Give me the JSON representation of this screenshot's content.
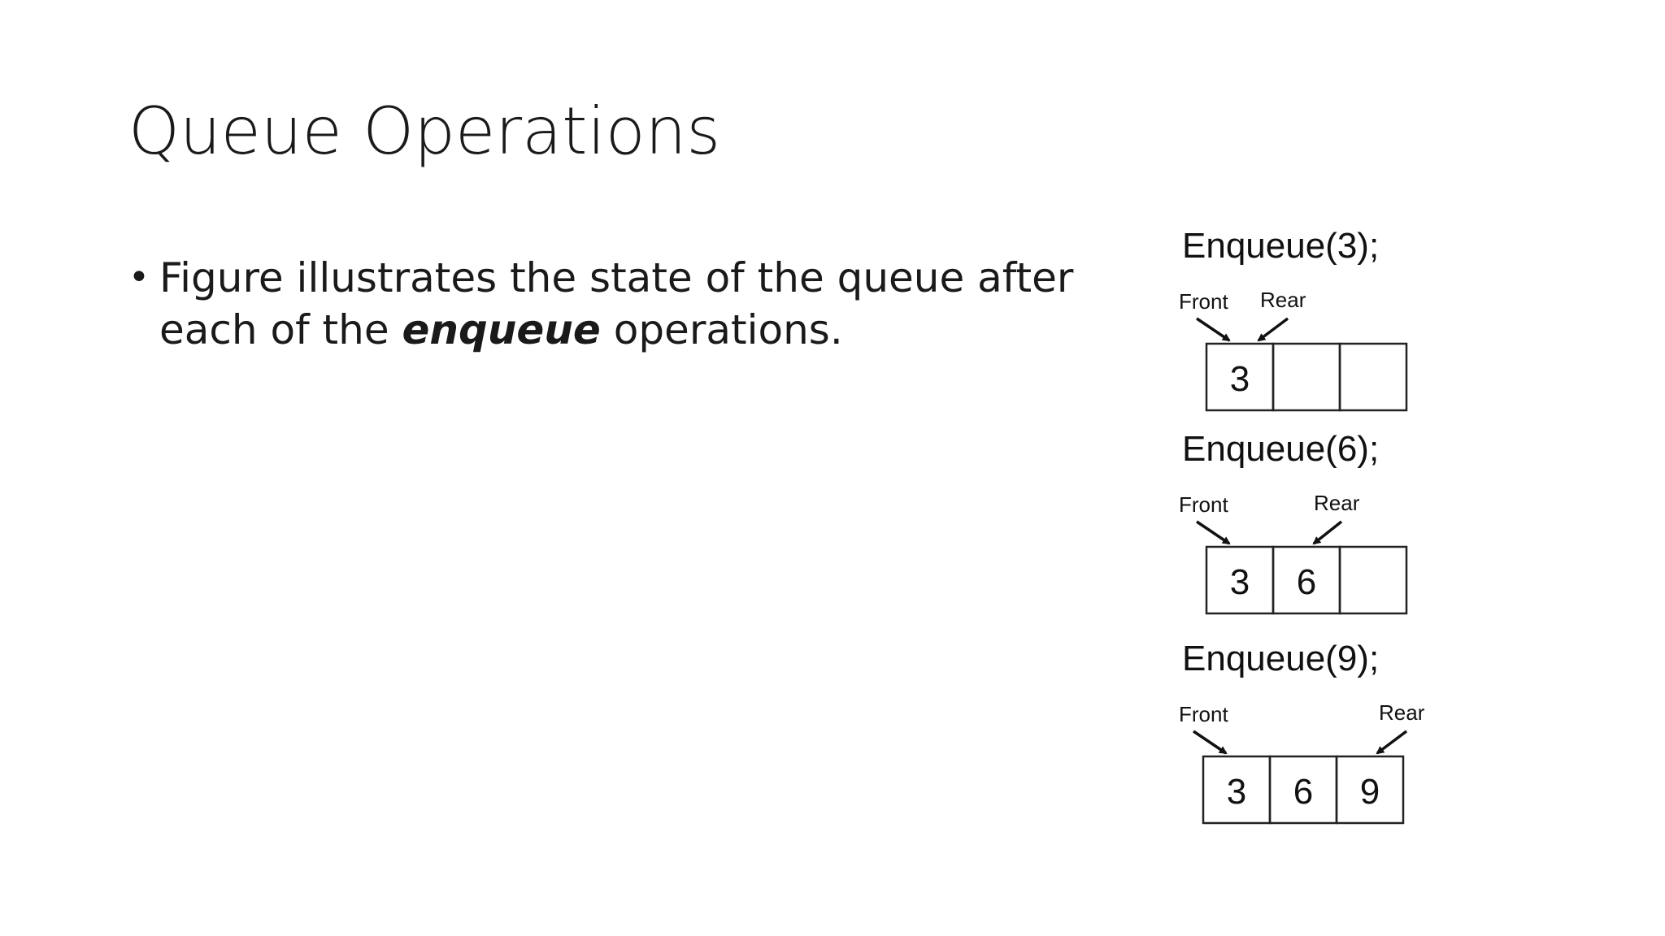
{
  "slide": {
    "title": "Queue Operations",
    "bullet": {
      "text_before": "Figure illustrates the state of the queue after each of the ",
      "emphasis": "enqueue",
      "text_after": " operations."
    }
  },
  "figure": {
    "steps": [
      {
        "operation": "Enqueue(3);",
        "front_label": "Front",
        "rear_label": "Rear",
        "cells": [
          "3",
          "",
          ""
        ],
        "front_index": 0,
        "rear_index": 0
      },
      {
        "operation": "Enqueue(6);",
        "front_label": "Front",
        "rear_label": "Rear",
        "cells": [
          "3",
          "6",
          ""
        ],
        "front_index": 0,
        "rear_index": 1
      },
      {
        "operation": "Enqueue(9);",
        "front_label": "Front",
        "rear_label": "Rear",
        "cells": [
          "3",
          "6",
          "9"
        ],
        "front_index": 0,
        "rear_index": 2
      }
    ]
  }
}
